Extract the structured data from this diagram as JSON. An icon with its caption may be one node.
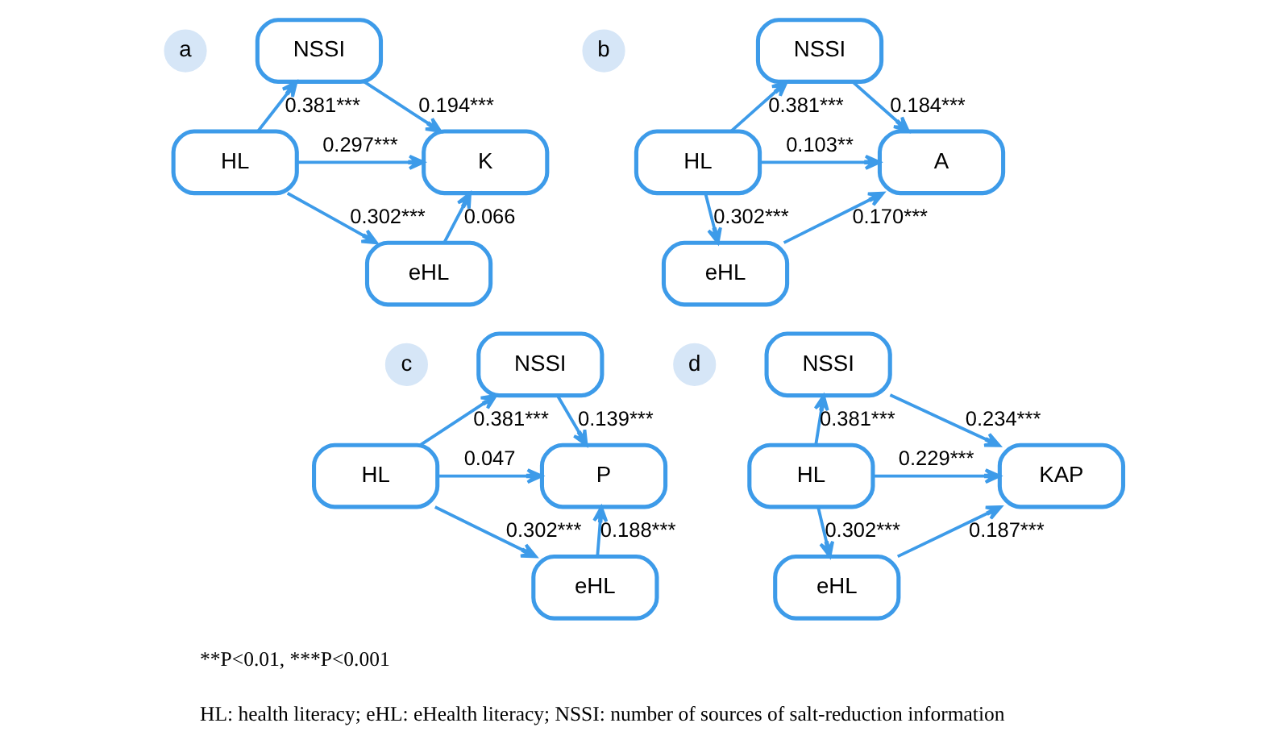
{
  "diagram": {
    "nodes": [
      {
        "text": [
          "a"
        ]
      },
      {
        "text": [
          "NSSI"
        ]
      },
      {
        "text": [
          "HL"
        ]
      },
      {
        "text": [
          "K"
        ]
      },
      {
        "text": [
          "eHL"
        ]
      },
      {
        "text": [
          "b"
        ]
      },
      {
        "text": [
          "NSSI"
        ]
      },
      {
        "text": [
          "HL"
        ]
      },
      {
        "text": [
          "A"
        ]
      },
      {
        "text": [
          "eHL"
        ]
      },
      {
        "text": [
          "c"
        ]
      },
      {
        "text": [
          "NSSI"
        ]
      },
      {
        "text": [
          "HL"
        ]
      },
      {
        "text": [
          "P"
        ]
      },
      {
        "text": [
          "eHL"
        ]
      },
      {
        "text": [
          "d"
        ]
      },
      {
        "text": [
          "NSSI"
        ]
      },
      {
        "text": [
          "HL"
        ]
      },
      {
        "text": [
          "KAP"
        ]
      },
      {
        "text": [
          "eHL"
        ]
      }
    ],
    "edges": [
      {
        "from": 2,
        "to": 1,
        "arrow": "to",
        "label": "0.381***"
      },
      {
        "from": 1,
        "to": 3,
        "arrow": "to",
        "label": "0.194***"
      },
      {
        "from": 2,
        "to": 3,
        "arrow": "to",
        "label": "0.297***"
      },
      {
        "from": 2,
        "to": 4,
        "arrow": "to",
        "label": "0.302***"
      },
      {
        "from": 4,
        "to": 3,
        "arrow": "to",
        "label": "0.066"
      },
      {
        "from": 7,
        "to": 6,
        "arrow": "to",
        "label": "0.381***"
      },
      {
        "from": 6,
        "to": 8,
        "arrow": "to",
        "label": "0.184***"
      },
      {
        "from": 7,
        "to": 8,
        "arrow": "to",
        "label": "0.103**"
      },
      {
        "from": 7,
        "to": 9,
        "arrow": "to",
        "label": "0.302***"
      },
      {
        "from": 9,
        "to": 8,
        "arrow": "to",
        "label": "0.170***"
      },
      {
        "from": 12,
        "to": 11,
        "arrow": "to",
        "label": "0.381***"
      },
      {
        "from": 11,
        "to": 13,
        "arrow": "to",
        "label": "0.139***"
      },
      {
        "from": 12,
        "to": 13,
        "arrow": "to",
        "label": "0.047"
      },
      {
        "from": 12,
        "to": 14,
        "arrow": "to",
        "label": "0.302***"
      },
      {
        "from": 14,
        "to": 13,
        "arrow": "to",
        "label": "0.188***"
      },
      {
        "from": 17,
        "to": 16,
        "arrow": "to",
        "label": "0.381***"
      },
      {
        "from": 16,
        "to": 18,
        "arrow": "to",
        "label": "0.234***"
      },
      {
        "from": 17,
        "to": 18,
        "arrow": "to",
        "label": "0.229***"
      },
      {
        "from": 17,
        "to": 19,
        "arrow": "to",
        "label": "0.302***"
      },
      {
        "from": 19,
        "to": 18,
        "arrow": "to",
        "label": "0.187***"
      }
    ],
    "labels": [
      "**P<0.01, ***P<0.001",
      "HL: health literacy; eHL: eHealth literacy; NSSI: number of sources of salt-reduction information"
    ]
  }
}
